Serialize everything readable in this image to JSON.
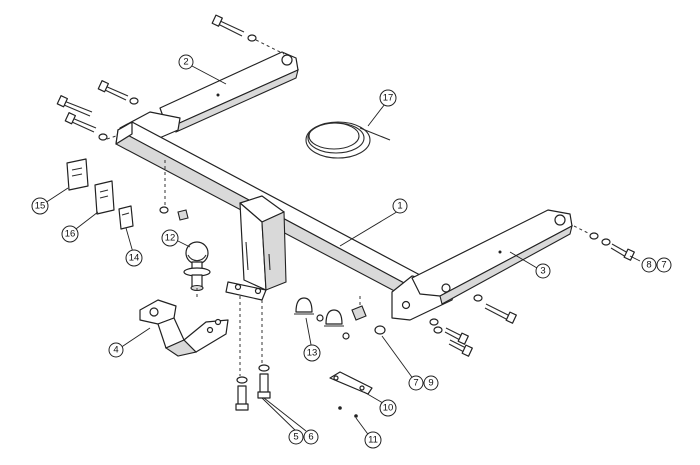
{
  "callouts": [
    {
      "id": "c1",
      "label": "1"
    },
    {
      "id": "c2",
      "label": "2"
    },
    {
      "id": "c3",
      "label": "3"
    },
    {
      "id": "c4",
      "label": "4"
    },
    {
      "id": "c5",
      "label": "5"
    },
    {
      "id": "c6",
      "label": "6"
    },
    {
      "id": "c7a",
      "label": "7"
    },
    {
      "id": "c7b",
      "label": "7"
    },
    {
      "id": "c8",
      "label": "8"
    },
    {
      "id": "c9",
      "label": "9"
    },
    {
      "id": "c10",
      "label": "10"
    },
    {
      "id": "c11",
      "label": "11"
    },
    {
      "id": "c12",
      "label": "12"
    },
    {
      "id": "c13",
      "label": "13"
    },
    {
      "id": "c14",
      "label": "14"
    },
    {
      "id": "c15",
      "label": "15"
    },
    {
      "id": "c16",
      "label": "16"
    },
    {
      "id": "c17",
      "label": "17"
    }
  ]
}
